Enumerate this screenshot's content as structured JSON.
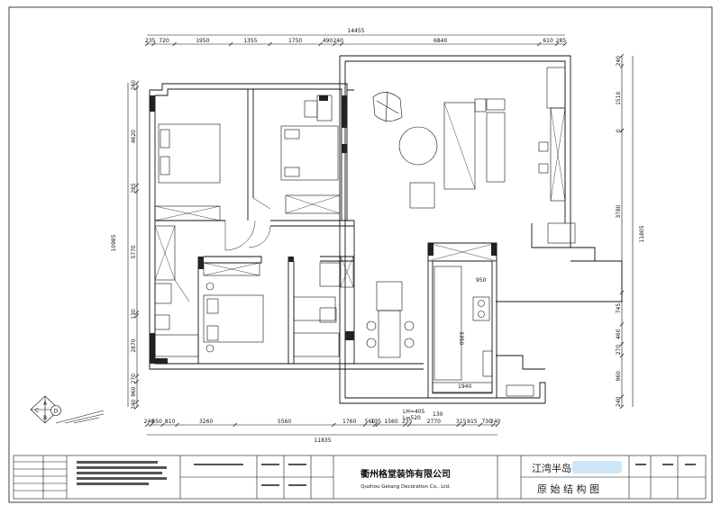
{
  "dimensions": {
    "top_total": "14455",
    "top_segments": [
      "235",
      "720",
      "1950",
      "1355",
      "1750",
      "490",
      "240",
      "6840",
      "610",
      "285"
    ],
    "bottom_total": "11835",
    "bottom_segments": [
      "240",
      "650",
      "810",
      "3260",
      "5560",
      "1760",
      "560",
      "135",
      "1560",
      "235",
      "2770",
      "315",
      "915",
      "730",
      "240"
    ],
    "left_total": "10985",
    "left_segments": [
      "240",
      "4620",
      "285",
      "5770",
      "130",
      "2870",
      "270",
      "960",
      "240"
    ],
    "right_total": "11805",
    "right_segments": [
      "240",
      "1510",
      "0",
      "3780",
      "745",
      "460",
      "270",
      "960",
      "240"
    ],
    "inner_labels": [
      "950",
      "3350",
      "1940",
      "LH=405",
      "L=520",
      "130"
    ]
  },
  "compass": [
    "A",
    "B",
    "C",
    "D"
  ],
  "title_block": {
    "company_cn": "衢州格堂装饰有限公司",
    "company_en": "Quzhou Getang Decoration Co., Ltd.",
    "project_name": "江湾半岛",
    "drawing_title": "原 始 结 构 图"
  },
  "colors": {
    "line": "#111111",
    "wall": "#222222",
    "highlight": "#cfe6f7"
  }
}
